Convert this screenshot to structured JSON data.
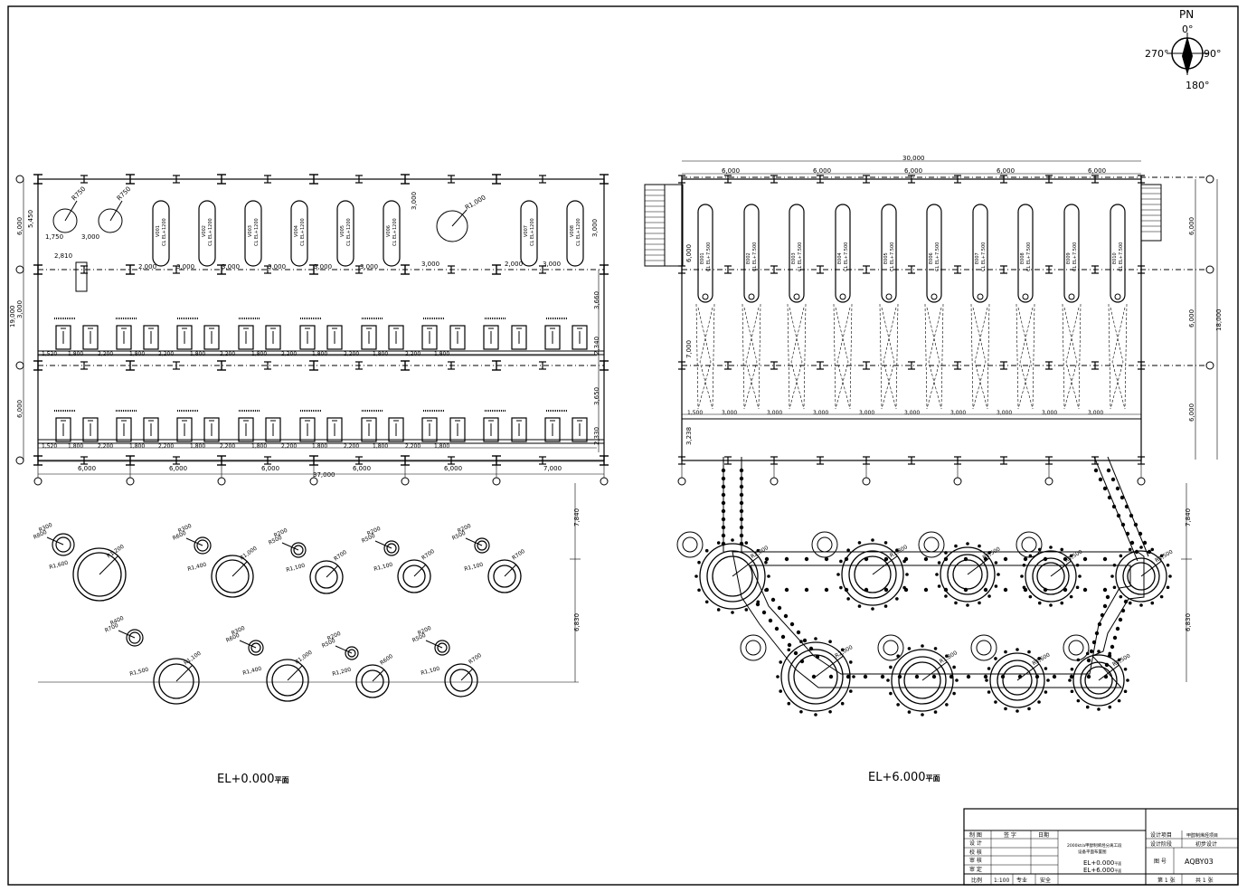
{
  "north": {
    "label": "PN",
    "deg_top": "0°",
    "deg_right": "90°",
    "deg_bottom": "180°",
    "deg_left": "270°"
  },
  "plan_left": {
    "title": "EL+0.000",
    "title_suffix": "平面",
    "top_dims": [
      "1,750",
      "3,000",
      "2,810",
      "2,000",
      "3,000",
      "3,000",
      "3,000",
      "3,000",
      "3,000",
      "2,000",
      "3,000",
      "3,000"
    ],
    "left_dims": [
      "5,450",
      "3,000",
      "19,000",
      "6,000"
    ],
    "right_dims": [
      "3,660",
      "2,340",
      "3,650",
      "2,330",
      "3,000",
      "3,000"
    ],
    "bay_dims": [
      "6,000",
      "6,000",
      "6,000",
      "6,000",
      "6,000",
      "7,000"
    ],
    "total_dim": "37,000",
    "row_dims": [
      "1,520",
      "1,800",
      "2,200",
      "1,800",
      "2,200",
      "1,800",
      "2,200",
      "1,800",
      "2,200",
      "1,800",
      "2,200",
      "1,800",
      "2,200",
      "1,800"
    ],
    "radius_labels": [
      "R750",
      "R750",
      "R1,000"
    ],
    "vessels": [
      "V001",
      "V002",
      "V003",
      "V004",
      "V005",
      "V006",
      "V007",
      "V008"
    ],
    "vessel_el": "CL  EL+1200",
    "section_dims": [
      "7,840",
      "6,830"
    ],
    "circle_labels": [
      "R800",
      "R300",
      "R1,200",
      "R1,600",
      "R600",
      "R300",
      "R1,000",
      "R1,400",
      "R500",
      "R200",
      "R700",
      "R1,100",
      "R500",
      "R200",
      "R700",
      "R1,100",
      "R500",
      "R200",
      "R700",
      "R1,100"
    ],
    "circle_labels_2": [
      "R700",
      "R400",
      "R1,100",
      "R1,500",
      "R600",
      "R300",
      "R1,000",
      "R1,400",
      "R500",
      "R200",
      "R600",
      "R1,200",
      "R500",
      "R200",
      "R700",
      "R1,100"
    ]
  },
  "plan_right": {
    "title": "EL+6.000",
    "title_suffix": "平面",
    "total_dim": "30,000",
    "top_dims": [
      "6,000",
      "6,000",
      "6,000",
      "6,000",
      "6,000"
    ],
    "bottom_dims": [
      "1,500",
      "3,000",
      "3,000",
      "3,000",
      "3,000",
      "3,000",
      "3,000",
      "3,000",
      "3,000",
      "3,000",
      "3,000"
    ],
    "left_dims": [
      "6,000",
      "7,000",
      "3,238"
    ],
    "right_dims": [
      "6,000",
      "6,000",
      "6,000",
      "18,000"
    ],
    "exchangers": [
      "E001",
      "E002",
      "E003",
      "E004",
      "E005",
      "E006",
      "E007",
      "E008",
      "E009",
      "E010"
    ],
    "exchanger_el": "CL  EL+7.500",
    "section_dims": [
      "7,840",
      "6,830"
    ],
    "circle_labels": [
      "R2,000",
      "R1,800",
      "R1,500",
      "R1,500",
      "R1,500",
      "R2,000",
      "R1,800",
      "R1,600",
      "R1,500"
    ]
  },
  "title_block": {
    "rows": [
      "制 图",
      "设 计",
      "校 核",
      "审 核",
      "审 定"
    ],
    "col_sign": "签 字",
    "col_date": "日期",
    "project_line1": "2000kt/a甲醇制烯烃分离工段",
    "project_line2": "设备平面布置图",
    "drawing_el_1": "EL+0.000",
    "drawing_el_2": "EL+6.000",
    "plan_suffix": "平面",
    "proj_label": "设计项目",
    "proj_value": "甲醇制烯烃项目",
    "stage_label": "设计阶段",
    "stage_value": "初步设计",
    "num_label": "图 号",
    "num_value": "AQBY03",
    "scale_label": "比例",
    "scale_value": "1:100",
    "spec_label": "专业",
    "spec_value": "安全",
    "sheet_label": "第 1 张",
    "total_label": "共 1 张"
  }
}
